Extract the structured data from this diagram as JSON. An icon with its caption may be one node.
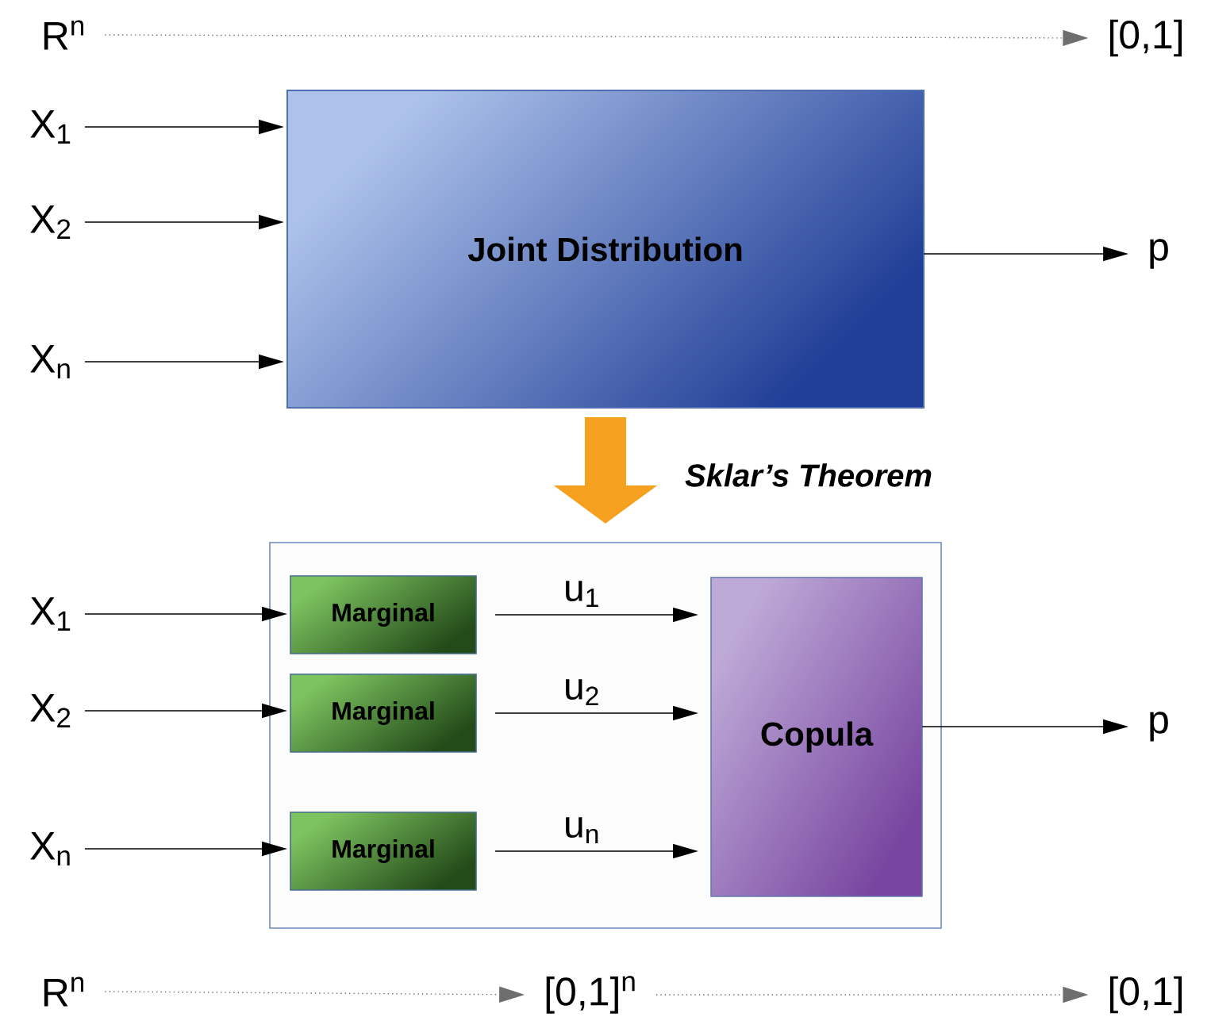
{
  "diagram": {
    "nodes": [
      {
        "text": [
          "R$^{n}$"
        ]
      },
      {
        "text": [
          "[0,1]"
        ]
      },
      {
        "text": [
          "X$_{1}$"
        ]
      },
      {
        "text": [
          "X$_{2}$"
        ]
      },
      {
        "text": [
          "X$_{n}$"
        ]
      },
      {
        "text": [
          "Joint Distribution"
        ]
      },
      {
        "text": [
          "p"
        ]
      },
      {
        "text": [],
        "shape": "box"
      },
      {
        "text": [
          "Marginal"
        ],
        "in": 7
      },
      {
        "text": [
          "Marginal"
        ],
        "in": 7
      },
      {
        "text": [
          "Marginal"
        ],
        "in": 7
      },
      {
        "text": [
          "Copula"
        ],
        "in": 7
      },
      {
        "text": [
          "X$_{1}$"
        ]
      },
      {
        "text": [
          "X$_{2}$"
        ]
      },
      {
        "text": [
          "X$_{n}$"
        ]
      },
      {
        "text": [
          "p"
        ]
      },
      {
        "text": [
          "R$^{n}$"
        ]
      },
      {
        "text": [
          "[0,1]$^{n}$"
        ]
      },
      {
        "text": [
          "[0,1]"
        ]
      }
    ],
    "edges": [
      {
        "from": 0,
        "to": 1,
        "arrow": "to",
        "style": "dashed",
        "color": "#6e6e6e"
      },
      {
        "from": 2,
        "to": 5,
        "arrow": "to"
      },
      {
        "from": 3,
        "to": 5,
        "arrow": "to"
      },
      {
        "from": 4,
        "to": 5,
        "arrow": "to"
      },
      {
        "from": 5,
        "to": 6,
        "arrow": "to"
      },
      {
        "from": 5,
        "to": 7,
        "arrow": "to",
        "style": "thick",
        "color": "#f5a11f",
        "label": "Sklar’s Theorem"
      },
      {
        "from": 12,
        "to": 8,
        "arrow": "to"
      },
      {
        "from": 13,
        "to": 9,
        "arrow": "to"
      },
      {
        "from": 14,
        "to": 10,
        "arrow": "to"
      },
      {
        "from": 8,
        "to": 11,
        "arrow": "to",
        "label": "u$_{1}$"
      },
      {
        "from": 9,
        "to": 11,
        "arrow": "to",
        "label": "u$_{2}$"
      },
      {
        "from": 10,
        "to": 11,
        "arrow": "to",
        "label": "u$_{n}$"
      },
      {
        "from": 11,
        "to": 15,
        "arrow": "to"
      },
      {
        "from": 16,
        "to": 17,
        "arrow": "to",
        "style": "dashed",
        "color": "#6e6e6e"
      },
      {
        "from": 17,
        "to": 18,
        "arrow": "to",
        "style": "dashed",
        "color": "#6e6e6e"
      }
    ]
  }
}
